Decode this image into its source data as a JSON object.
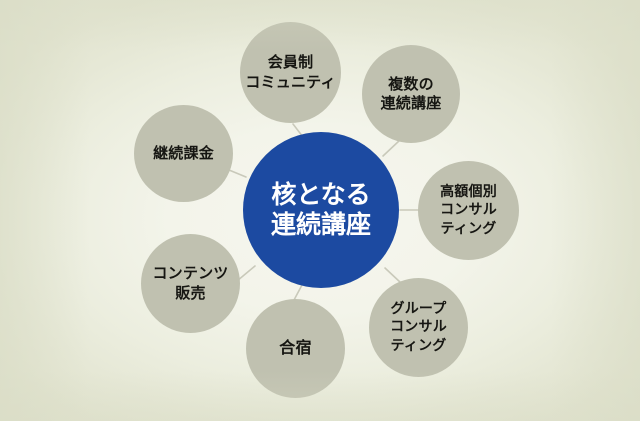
{
  "diagram": {
    "type": "hub-and-spoke",
    "background_color": "#f2f3e9",
    "center": {
      "label": "核となる\n連続講座",
      "line1": "核となる",
      "line2": "連続講座",
      "fill_color": "#1c4aa1",
      "text_color": "#ffffff"
    },
    "satellite_fill_color": "#c0c1b0",
    "satellite_text_color": "#161612",
    "connector_color": "#c9c9ba",
    "nodes": [
      {
        "id": "membership",
        "label": "会員制\nコミュニティ"
      },
      {
        "id": "multicourse",
        "label": "複数の\n連続講座"
      },
      {
        "id": "premium",
        "label": "高額個別\nコンサル\nティング"
      },
      {
        "id": "groupconsult",
        "label": "グループ\nコンサル\nティング"
      },
      {
        "id": "camp",
        "label": "合宿"
      },
      {
        "id": "contentsales",
        "label": "コンテンツ\n販売"
      },
      {
        "id": "subscription",
        "label": "継続課金"
      }
    ]
  }
}
